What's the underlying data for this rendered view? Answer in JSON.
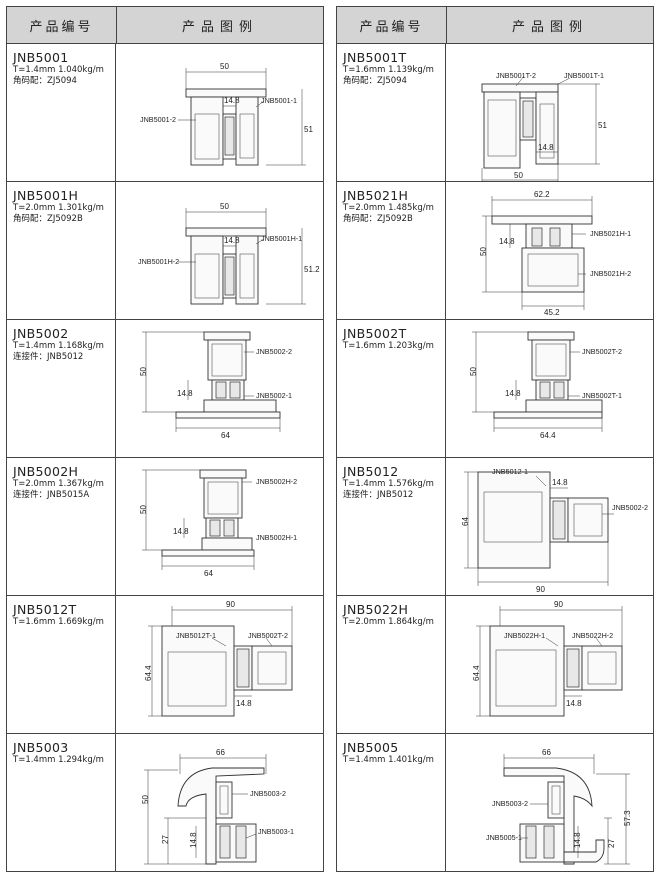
{
  "header": {
    "col_code": "产品编号",
    "col_drawing": "产品图例"
  },
  "left": [
    {
      "code": "JNB5001",
      "specs": [
        "T=1.4mm  1.040kg/m",
        "角码配：ZJ5094"
      ],
      "parts": [
        "JNB5001-2",
        "JNB5001-1"
      ],
      "dims": [
        "50",
        "14.8",
        "51"
      ]
    },
    {
      "code": "JNB5001H",
      "specs": [
        "T=2.0mm  1.301kg/m",
        "角码配：ZJ5092B"
      ],
      "parts": [
        "JNB5001H-2",
        "JNB5001H-1"
      ],
      "dims": [
        "50",
        "14.8",
        "51.2"
      ]
    },
    {
      "code": "JNB5002",
      "specs": [
        "T=1.4mm  1.168kg/m",
        "连接件：JNB5012"
      ],
      "parts": [
        "JNB5002-2",
        "JNB5002-1"
      ],
      "dims": [
        "50",
        "14.8",
        "64"
      ]
    },
    {
      "code": "JNB5002H",
      "specs": [
        "T=2.0mm  1.367kg/m",
        "连接件：JNB5015A"
      ],
      "parts": [
        "JNB5002H-2",
        "JNB5002H-1"
      ],
      "dims": [
        "50",
        "14.8",
        "64"
      ]
    },
    {
      "code": "JNB5012T",
      "specs": [
        "T=1.6mm  1.669kg/m"
      ],
      "parts": [
        "JNB5012T-1",
        "JNB5002T-2"
      ],
      "dims": [
        "90",
        "64.4",
        "14.8"
      ]
    },
    {
      "code": "JNB5003",
      "specs": [
        "T=1.4mm  1.294kg/m"
      ],
      "parts": [
        "JNB5003-2",
        "JNB5003-1"
      ],
      "dims": [
        "66",
        "50",
        "27",
        "14.8"
      ]
    }
  ],
  "right": [
    {
      "code": "JNB5001T",
      "specs": [
        "T=1.6mm  1.139kg/m",
        "角码配：ZJ5094"
      ],
      "parts": [
        "JNB5001T-2",
        "JNB5001T-1"
      ],
      "dims": [
        "51",
        "14.8",
        "50"
      ]
    },
    {
      "code": "JNB5021H",
      "specs": [
        "T=2.0mm  1.485kg/m",
        "角码配：ZJ5092B"
      ],
      "parts": [
        "JNB5021H-1",
        "JNB5021H-2"
      ],
      "dims": [
        "62.2",
        "14.8",
        "50",
        "45.2"
      ]
    },
    {
      "code": "JNB5002T",
      "specs": [
        "T=1.6mm  1.203kg/m"
      ],
      "parts": [
        "JNB5002T-2",
        "JNB5002T-1"
      ],
      "dims": [
        "50",
        "14.8",
        "64.4"
      ]
    },
    {
      "code": "JNB5012",
      "specs": [
        "T=1.4mm  1.576kg/m",
        "连接件：JNB5012"
      ],
      "parts": [
        "JNB5012-1",
        "JNB5002-2"
      ],
      "dims": [
        "14.8",
        "64",
        "90"
      ]
    },
    {
      "code": "JNB5022H",
      "specs": [
        "T=2.0mm  1.864kg/m"
      ],
      "parts": [
        "JNB5022H-1",
        "JNB5022H-2"
      ],
      "dims": [
        "90",
        "64.4",
        "14.8"
      ]
    },
    {
      "code": "JNB5005",
      "specs": [
        "T=1.4mm  1.401kg/m"
      ],
      "parts": [
        "JNB5003-2",
        "JNB5005-1"
      ],
      "dims": [
        "66",
        "27",
        "57.3",
        "14.8"
      ]
    }
  ]
}
